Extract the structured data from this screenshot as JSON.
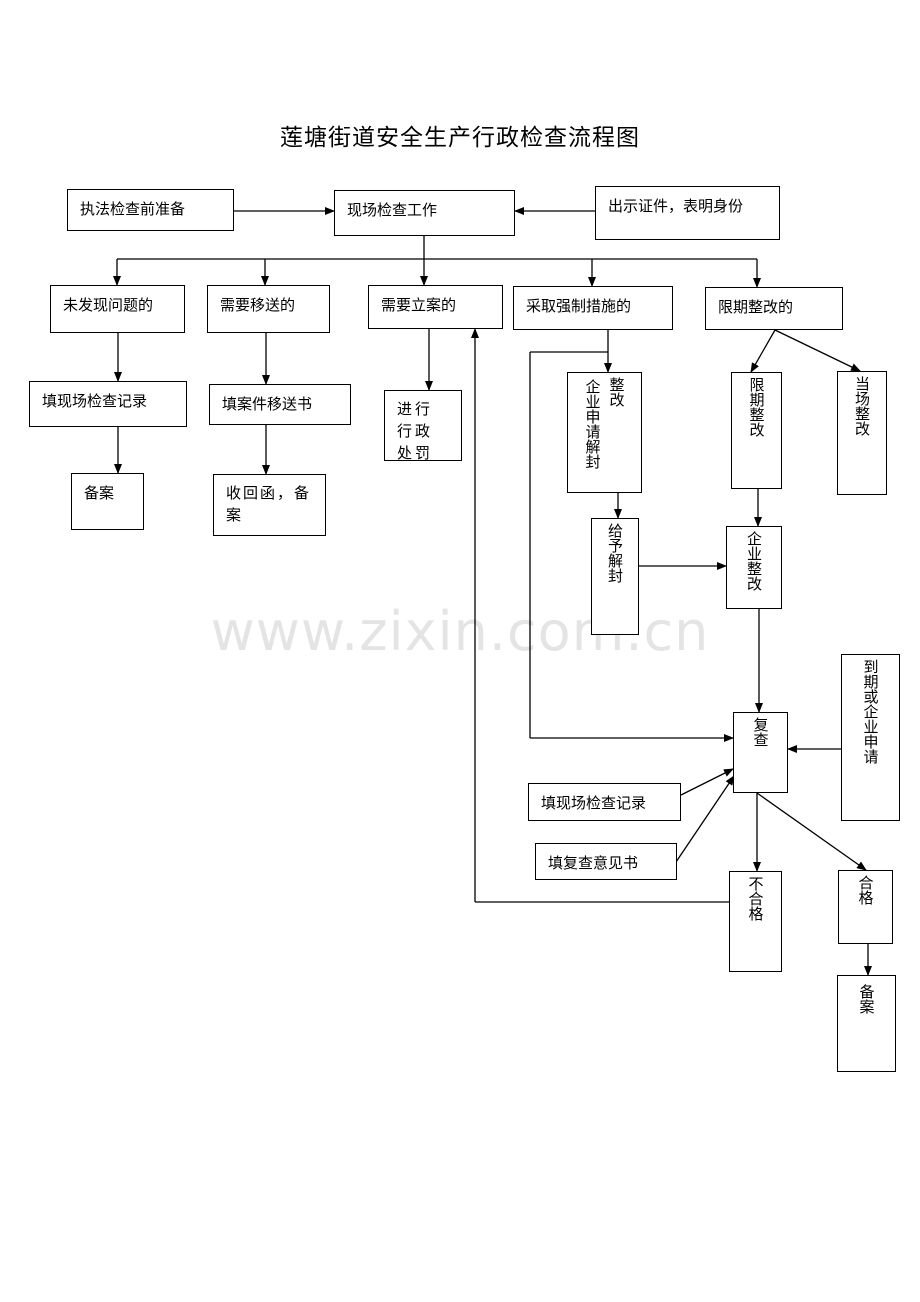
{
  "title": "莲塘街道安全生产行政检查流程图",
  "watermark": "www.zixin.com.cn",
  "nodes": {
    "prep": "执法检查前准备",
    "onsite": "现场检查工作",
    "show_id": "出示证件，表明身份",
    "no_issue": "未发现问题的",
    "transfer": "需要移送的",
    "file_case": "需要立案的",
    "enforce": "采取强制措施的",
    "deadline": "限期整改的",
    "record1": "填现场检查记录",
    "transfer_doc": "填案件移送书",
    "penalty": "进行行政处罚",
    "archive1": "备案",
    "receipt": "收回函，备案",
    "rectify_a": "整改",
    "apply_unseal": "企业申请解封",
    "grant_unseal": "给予解封",
    "deadline_rect": "限期整改",
    "onsite_rect": "当场整改",
    "ent_rect": "企业整改",
    "due_apply": "到期或企业申请",
    "recheck": "复查",
    "record2": "填现场检查记录",
    "recheck_opinion": "填复查意见书",
    "fail": "不合格",
    "pass": "合格",
    "archive2": "备案"
  }
}
